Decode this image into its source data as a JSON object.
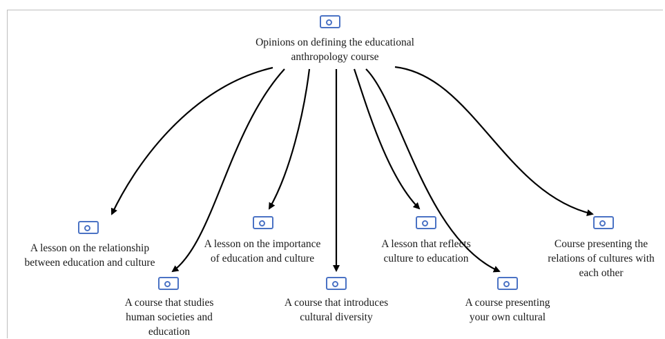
{
  "diagram": {
    "root": {
      "label": "Opinions on defining the educational\nanthropology course",
      "icon": "document-node-icon"
    },
    "children": [
      {
        "id": "relationship",
        "label": "A lesson on the relationship\nbetween education and culture",
        "icon": "document-node-icon"
      },
      {
        "id": "importance",
        "label": "A lesson on the importance\nof education and culture",
        "icon": "document-node-icon"
      },
      {
        "id": "reflects",
        "label": "A lesson that reflects\nculture to education",
        "icon": "document-node-icon"
      },
      {
        "id": "relations",
        "label": "Course presenting the\nrelations of cultures with\neach other",
        "icon": "document-node-icon"
      },
      {
        "id": "societies",
        "label": "A course that studies\nhuman societies and\neducation",
        "icon": "document-node-icon"
      },
      {
        "id": "diversity",
        "label": "A course that introduces\ncultural diversity",
        "icon": "document-node-icon"
      },
      {
        "id": "own-cultural",
        "label": "A course presenting\nyour own cultural",
        "icon": "document-node-icon"
      }
    ],
    "edge_color": "#000000",
    "icon_color": "#4a72c4"
  }
}
